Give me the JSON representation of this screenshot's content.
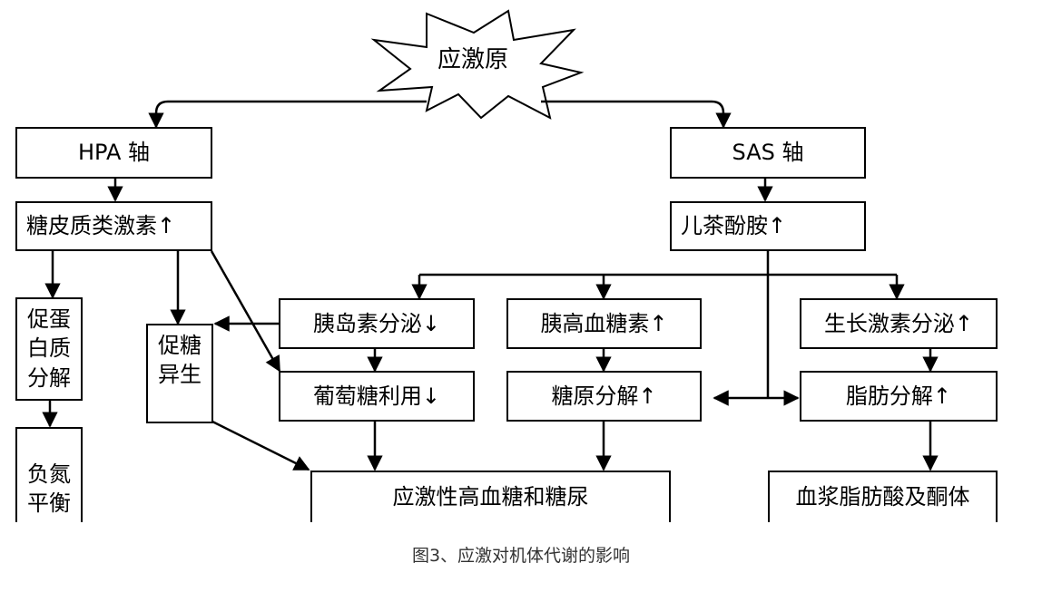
{
  "stressor": "应激原",
  "hpa_axis": "HPA 轴",
  "sas_axis": "SAS 轴",
  "glucocorticoid": "糖皮质类激素↑",
  "catecholamine": "儿茶酚胺↑",
  "protein_breakdown": [
    "促蛋",
    "白质",
    "分解"
  ],
  "negative_nitrogen": [
    "负氮",
    "平衡"
  ],
  "gluconeogenesis": [
    "促糖",
    "异生"
  ],
  "insulin": "胰岛素分泌↓",
  "glucagon": "胰高血糖素↑",
  "growth_hormone": "生长激素分泌↑",
  "glucose_use": "葡萄糖利用↓",
  "glycogenolysis": "糖原分解↑",
  "lipolysis": "脂肪分解↑",
  "hyperglycemia": "应激性高血糖和糖尿",
  "ketones": "血浆脂肪酸及酮体",
  "caption": "图3、应激对机体代谢的影响"
}
